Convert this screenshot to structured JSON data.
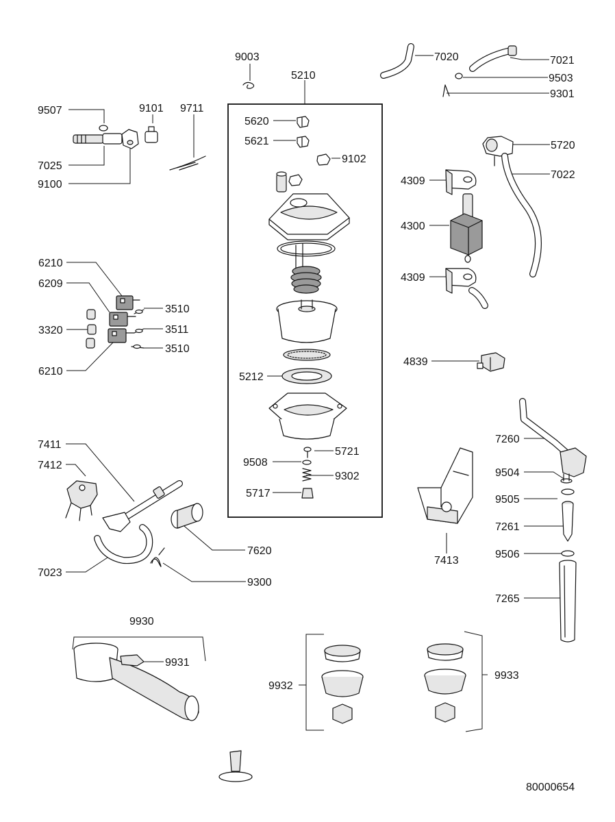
{
  "drawing_number": "80000654",
  "labels": {
    "p9003": "9003",
    "p5210": "5210",
    "p7020": "7020",
    "p7021": "7021",
    "p9503": "9503",
    "p9301": "9301",
    "p9507": "9507",
    "p9101": "9101",
    "p9711": "9711",
    "p7025": "7025",
    "p9100": "9100",
    "p5620": "5620",
    "p5621": "5621",
    "p9102": "9102",
    "p5720": "5720",
    "p7022": "7022",
    "p4309a": "4309",
    "p4300": "4300",
    "p4309b": "4309",
    "p6210a": "6210",
    "p6209": "6209",
    "p3510a": "3510",
    "p3320": "3320",
    "p3511": "3511",
    "p3510b": "3510",
    "p6210b": "6210",
    "p4839": "4839",
    "p5212": "5212",
    "p7411": "7411",
    "p7412": "7412",
    "p7260": "7260",
    "p5721": "5721",
    "p9508": "9508",
    "p9302": "9302",
    "p5717": "5717",
    "p9504": "9504",
    "p9505": "9505",
    "p7261": "7261",
    "p7413": "7413",
    "p7620": "7620",
    "p9506": "9506",
    "p7023": "7023",
    "p9300": "9300",
    "p7265": "7265",
    "p9930": "9930",
    "p9931": "9931",
    "p9932": "9932",
    "p9933": "9933"
  }
}
